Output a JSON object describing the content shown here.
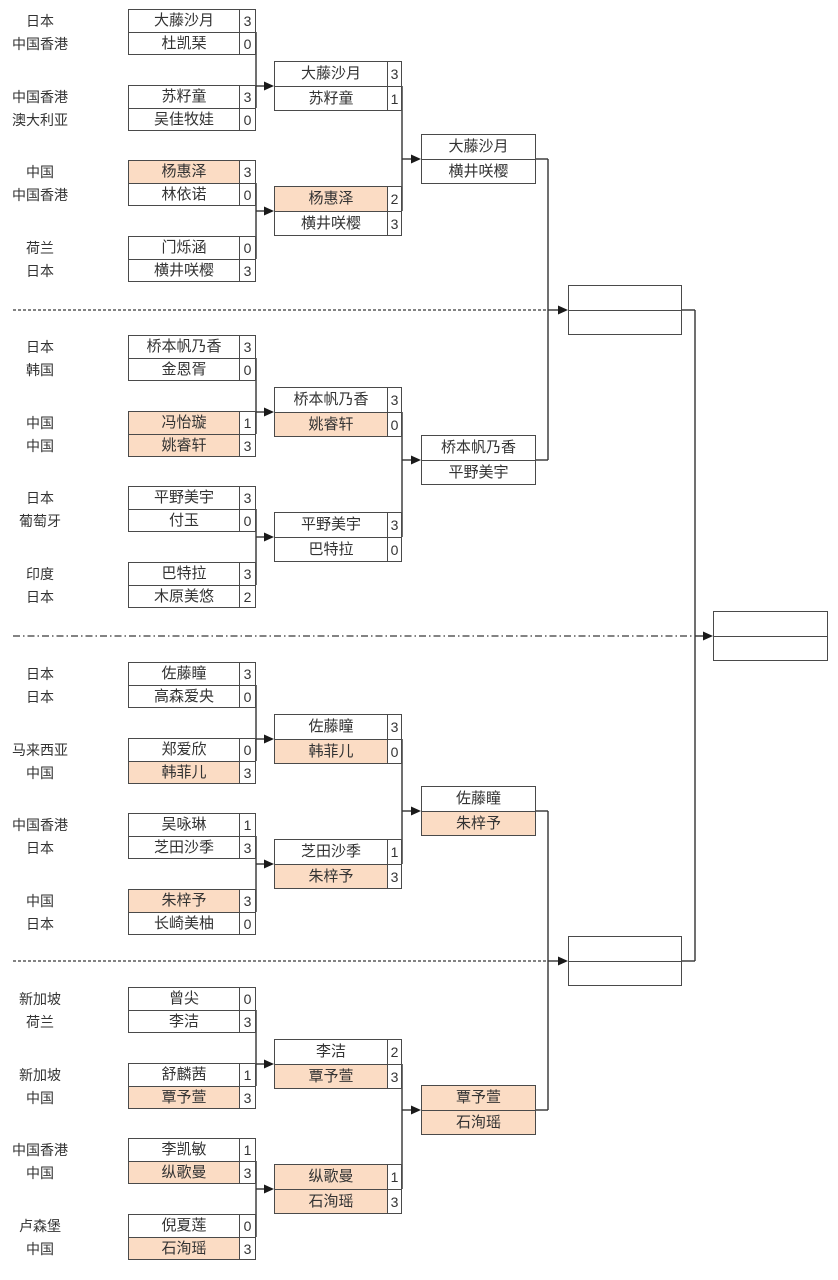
{
  "palette": {
    "highlight": "#fbdcc4",
    "box_border": "#4a4a4a",
    "line": "#333333",
    "arrow": "#1a1a1a",
    "separator": "#5a5a5a",
    "background": "#ffffff",
    "text": "#333333"
  },
  "bracket": {
    "sections": [
      {
        "round1": [
          {
            "players": [
              {
                "country": "日本",
                "name": "大藤沙月",
                "score": "3",
                "highlight": false
              },
              {
                "country": "中国香港",
                "name": "杜凯琹",
                "score": "0",
                "highlight": false
              }
            ]
          },
          {
            "players": [
              {
                "country": "中国香港",
                "name": "苏籽童",
                "score": "3",
                "highlight": false
              },
              {
                "country": "澳大利亚",
                "name": "吴佳牧娃",
                "score": "0",
                "highlight": false
              }
            ]
          },
          {
            "players": [
              {
                "country": "中国",
                "name": "杨惠泽",
                "score": "3",
                "highlight": true
              },
              {
                "country": "中国香港",
                "name": "林依诺",
                "score": "0",
                "highlight": false
              }
            ]
          },
          {
            "players": [
              {
                "country": "荷兰",
                "name": "门烁涵",
                "score": "0",
                "highlight": false
              },
              {
                "country": "日本",
                "name": "横井咲樱",
                "score": "3",
                "highlight": false
              }
            ]
          }
        ],
        "round2": [
          {
            "players": [
              {
                "name": "大藤沙月",
                "score": "3",
                "highlight": false
              },
              {
                "name": "苏籽童",
                "score": "1",
                "highlight": false
              }
            ]
          },
          {
            "players": [
              {
                "name": "杨惠泽",
                "score": "2",
                "highlight": true
              },
              {
                "name": "横井咲樱",
                "score": "3",
                "highlight": false
              }
            ]
          }
        ],
        "quarterfinal": {
          "players": [
            {
              "name": "大藤沙月",
              "highlight": false
            },
            {
              "name": "横井咲樱",
              "highlight": false
            }
          ]
        }
      },
      {
        "round1": [
          {
            "players": [
              {
                "country": "日本",
                "name": "桥本帆乃香",
                "score": "3",
                "highlight": false
              },
              {
                "country": "韩国",
                "name": "金恩胥",
                "score": "0",
                "highlight": false
              }
            ]
          },
          {
            "players": [
              {
                "country": "中国",
                "name": "冯怡璇",
                "score": "1",
                "highlight": true
              },
              {
                "country": "中国",
                "name": "姚睿轩",
                "score": "3",
                "highlight": true
              }
            ]
          },
          {
            "players": [
              {
                "country": "日本",
                "name": "平野美宇",
                "score": "3",
                "highlight": false
              },
              {
                "country": "葡萄牙",
                "name": "付玉",
                "score": "0",
                "highlight": false
              }
            ]
          },
          {
            "players": [
              {
                "country": "印度",
                "name": "巴特拉",
                "score": "3",
                "highlight": false
              },
              {
                "country": "日本",
                "name": "木原美悠",
                "score": "2",
                "highlight": false
              }
            ]
          }
        ],
        "round2": [
          {
            "players": [
              {
                "name": "桥本帆乃香",
                "score": "3",
                "highlight": false
              },
              {
                "name": "姚睿轩",
                "score": "0",
                "highlight": true
              }
            ]
          },
          {
            "players": [
              {
                "name": "平野美宇",
                "score": "3",
                "highlight": false
              },
              {
                "name": "巴特拉",
                "score": "0",
                "highlight": false
              }
            ]
          }
        ],
        "quarterfinal": {
          "players": [
            {
              "name": "桥本帆乃香",
              "highlight": false
            },
            {
              "name": "平野美宇",
              "highlight": false
            }
          ]
        }
      },
      {
        "round1": [
          {
            "players": [
              {
                "country": "日本",
                "name": "佐藤瞳",
                "score": "3",
                "highlight": false
              },
              {
                "country": "日本",
                "name": "高森爱央",
                "score": "0",
                "highlight": false
              }
            ]
          },
          {
            "players": [
              {
                "country": "马来西亚",
                "name": "郑爱欣",
                "score": "0",
                "highlight": false
              },
              {
                "country": "中国",
                "name": "韩菲儿",
                "score": "3",
                "highlight": true
              }
            ]
          },
          {
            "players": [
              {
                "country": "中国香港",
                "name": "吴咏琳",
                "score": "1",
                "highlight": false
              },
              {
                "country": "日本",
                "name": "芝田沙季",
                "score": "3",
                "highlight": false
              }
            ]
          },
          {
            "players": [
              {
                "country": "中国",
                "name": "朱梓予",
                "score": "3",
                "highlight": true
              },
              {
                "country": "日本",
                "name": "长崎美柚",
                "score": "0",
                "highlight": false
              }
            ]
          }
        ],
        "round2": [
          {
            "players": [
              {
                "name": "佐藤瞳",
                "score": "3",
                "highlight": false
              },
              {
                "name": "韩菲儿",
                "score": "0",
                "highlight": true
              }
            ]
          },
          {
            "players": [
              {
                "name": "芝田沙季",
                "score": "1",
                "highlight": false
              },
              {
                "name": "朱梓予",
                "score": "3",
                "highlight": true
              }
            ]
          }
        ],
        "quarterfinal": {
          "players": [
            {
              "name": "佐藤瞳",
              "highlight": false
            },
            {
              "name": "朱梓予",
              "highlight": true
            }
          ]
        }
      },
      {
        "round1": [
          {
            "players": [
              {
                "country": "新加坡",
                "name": "曾尖",
                "score": "0",
                "highlight": false
              },
              {
                "country": "荷兰",
                "name": "李洁",
                "score": "3",
                "highlight": false
              }
            ]
          },
          {
            "players": [
              {
                "country": "新加坡",
                "name": "舒麟茜",
                "score": "1",
                "highlight": false
              },
              {
                "country": "中国",
                "name": "覃予萱",
                "score": "3",
                "highlight": true
              }
            ]
          },
          {
            "players": [
              {
                "country": "中国香港",
                "name": "李凯敏",
                "score": "1",
                "highlight": false
              },
              {
                "country": "中国",
                "name": "纵歌曼",
                "score": "3",
                "highlight": true
              }
            ]
          },
          {
            "players": [
              {
                "country": "卢森堡",
                "name": "倪夏莲",
                "score": "0",
                "highlight": false
              },
              {
                "country": "中国",
                "name": "石洵瑶",
                "score": "3",
                "highlight": true
              }
            ]
          }
        ],
        "round2": [
          {
            "players": [
              {
                "name": "李洁",
                "score": "2",
                "highlight": false
              },
              {
                "name": "覃予萱",
                "score": "3",
                "highlight": true
              }
            ]
          },
          {
            "players": [
              {
                "name": "纵歌曼",
                "score": "1",
                "highlight": true
              },
              {
                "name": "石洵瑶",
                "score": "3",
                "highlight": true
              }
            ]
          }
        ],
        "quarterfinal": {
          "players": [
            {
              "name": "覃予萱",
              "highlight": true
            },
            {
              "name": "石洵瑶",
              "highlight": true
            }
          ]
        }
      }
    ],
    "semifinals": [
      {
        "players": [
          {
            "name": "",
            "highlight": false
          },
          {
            "name": "",
            "highlight": false
          }
        ]
      },
      {
        "players": [
          {
            "name": "",
            "highlight": false
          },
          {
            "name": "",
            "highlight": false
          }
        ]
      }
    ],
    "final": {
      "players": [
        {
          "name": "",
          "highlight": false
        },
        {
          "name": "",
          "highlight": false
        }
      ]
    }
  }
}
